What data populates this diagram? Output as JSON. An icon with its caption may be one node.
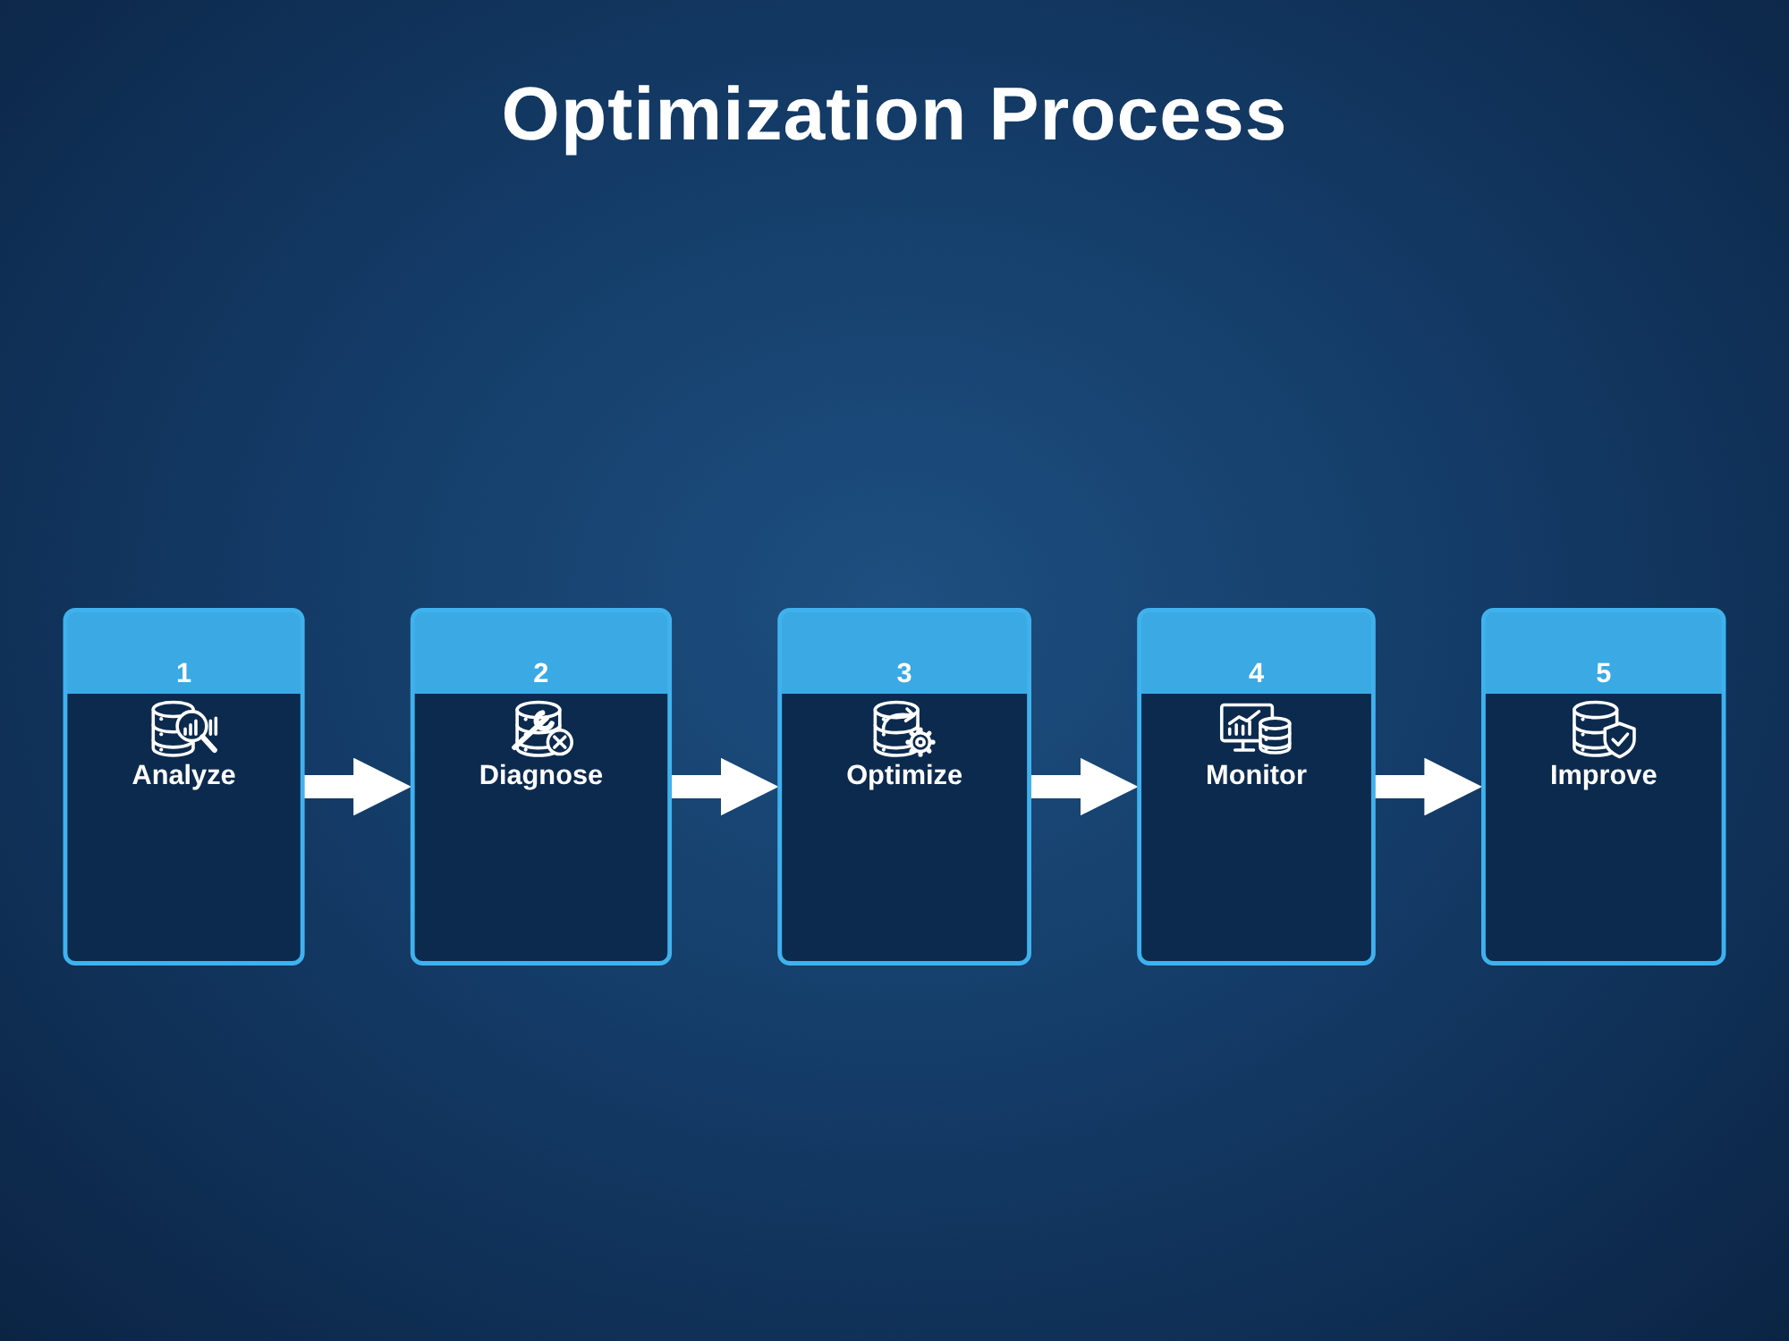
{
  "diagram": {
    "title": "Optimization Process",
    "nodes": [
      {
        "text": [
          "1",
          "Analyze"
        ]
      },
      {
        "text": [
          "2",
          "Diagnose"
        ]
      },
      {
        "text": [
          "3",
          "Optimize"
        ]
      },
      {
        "text": [
          "4",
          "Monitor"
        ]
      },
      {
        "text": [
          "5",
          "Improve"
        ]
      }
    ],
    "edges": [
      {
        "from": 0,
        "to": 1,
        "arrow": "to"
      },
      {
        "from": 1,
        "to": 2,
        "arrow": "to"
      },
      {
        "from": 2,
        "to": 3,
        "arrow": "to"
      },
      {
        "from": 3,
        "to": 4,
        "arrow": "to"
      }
    ]
  }
}
